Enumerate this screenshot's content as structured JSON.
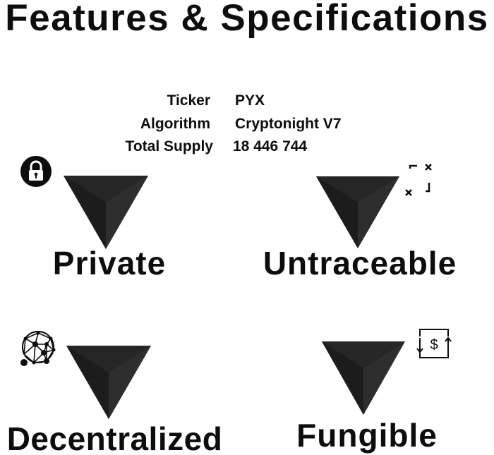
{
  "title": "Features & Specifications",
  "specs": [
    {
      "label": "Ticker",
      "value": "PYX"
    },
    {
      "label": "Algorithm",
      "value": "Cryptonight V7"
    },
    {
      "label": "Total Supply",
      "value": "18 446 744"
    }
  ],
  "features": [
    {
      "label": "Private",
      "icon": "lock-icon"
    },
    {
      "label": "Untraceable",
      "icon": "scatter-cross-icon"
    },
    {
      "label": "Decentralized",
      "icon": "network-globe-icon"
    },
    {
      "label": "Fungible",
      "icon": "dollar-exchange-icon"
    }
  ],
  "colors": {
    "text": "#0d0d0d",
    "triangle_dark": "#1a1a1a",
    "triangle_light": "#3a3a3a",
    "background": "#ffffff"
  }
}
